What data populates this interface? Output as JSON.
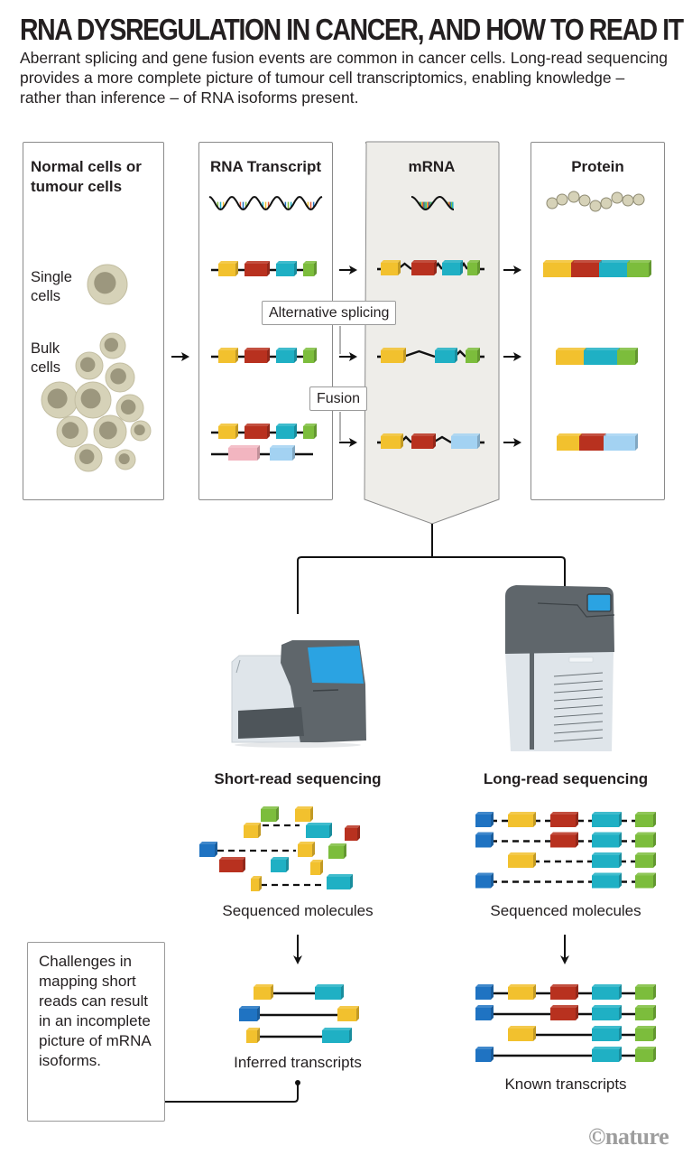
{
  "header": {
    "title": "RNA DYSREGULATION IN CANCER, AND HOW TO READ IT",
    "subtitle": "Aberrant splicing and gene fusion events are common in cancer cells. Long-read sequencing provides a more complete picture of tumour cell transcriptomics, enabling knowledge – rather than inference – of RNA isoforms present."
  },
  "panels": {
    "cells": {
      "title": "Normal cells or tumour cells",
      "single_label": "Single cells",
      "bulk_label": "Bulk cells"
    },
    "rna": {
      "title": "RNA Transcript"
    },
    "mrna": {
      "title": "mRNA"
    },
    "protein": {
      "title": "Protein"
    }
  },
  "callouts": {
    "alternative_splicing": "Alternative splicing",
    "fusion": "Fusion"
  },
  "sequencing": {
    "short": {
      "title": "Short-read sequencing",
      "molecules_caption": "Sequenced molecules",
      "result_caption": "Inferred transcripts"
    },
    "long": {
      "title": "Long-read sequencing",
      "molecules_caption": "Sequenced molecules",
      "result_caption": "Known transcripts"
    }
  },
  "note": {
    "text": "Challenges in mapping short reads can result in an incomplete picture of mRNA isoforms."
  },
  "credit": "©nature",
  "colors": {
    "exon_yellow": "#f2c12e",
    "exon_red": "#b8311f",
    "exon_teal": "#1fb0c4",
    "exon_green": "#7cbd3c",
    "exon_blue": "#1f73c2",
    "exon_pink": "#f2b5c0",
    "exon_lightblue": "#a3d2f2",
    "cell_body": "#d6d2b8",
    "cell_nucleus": "#9c977e",
    "mrna_panel_bg": "#eeede9",
    "machine_dark": "#5f666b",
    "machine_light": "#dfe5ea",
    "screen_blue": "#2ba3e2"
  },
  "exon_sequences": {
    "rna_row": [
      "yellow",
      "red",
      "teal",
      "green"
    ],
    "mrna_row1": [
      "yellow",
      "red",
      "teal",
      "green"
    ],
    "mrna_row2_alt_splicing": [
      "yellow",
      "teal",
      "green"
    ],
    "mrna_row3_fusion": [
      "yellow",
      "red",
      "lightblue"
    ],
    "fusion_partner": [
      "pink",
      "lightblue"
    ],
    "protein_row1": [
      "yellow",
      "red",
      "teal",
      "green"
    ],
    "protein_row2": [
      "yellow",
      "teal",
      "green"
    ],
    "protein_row3": [
      "yellow",
      "red",
      "lightblue"
    ],
    "long_reads": [
      [
        "blue",
        "yellow",
        "red",
        "teal",
        "green"
      ],
      [
        "blue",
        "red",
        "teal",
        "green"
      ],
      [
        "yellow",
        "teal",
        "green"
      ],
      [
        "blue",
        "teal",
        "green"
      ]
    ],
    "inferred_transcripts": [
      [
        "yellow",
        "teal"
      ],
      [
        "blue",
        "yellow"
      ],
      [
        "yellow",
        "teal"
      ]
    ]
  }
}
